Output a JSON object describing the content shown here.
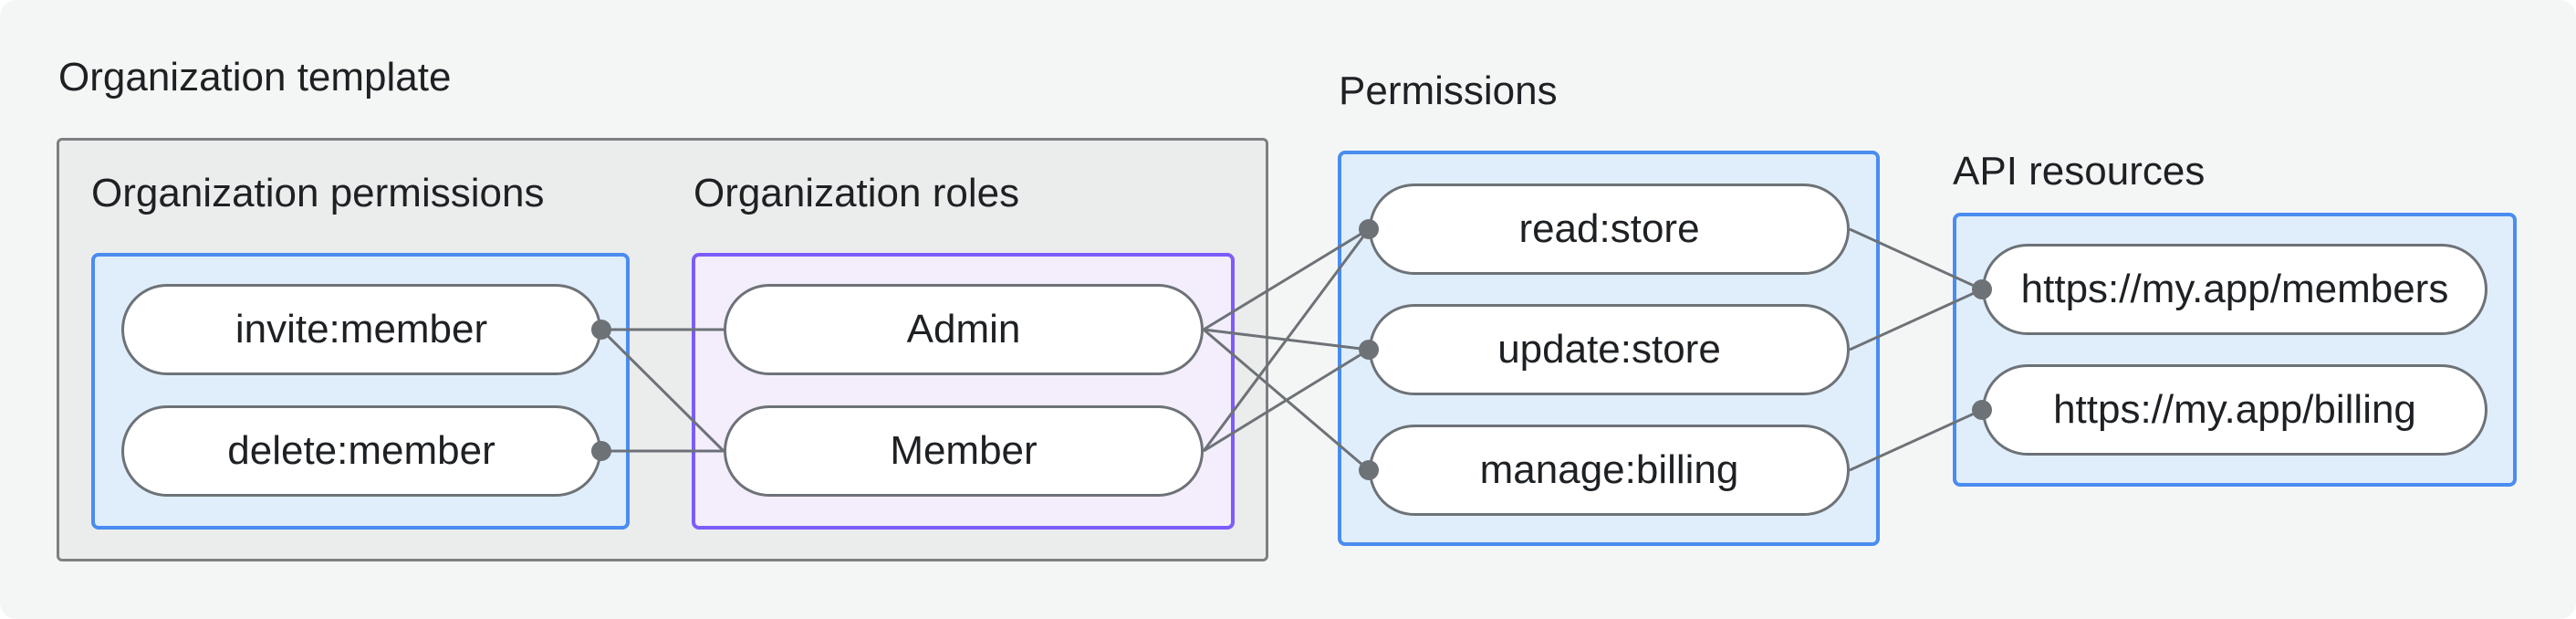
{
  "title": "Organization template",
  "groups": {
    "org_permissions": {
      "label": "Organization permissions",
      "nodes": [
        {
          "id": "invite_member",
          "label": "invite:member"
        },
        {
          "id": "delete_member",
          "label": "delete:member"
        }
      ]
    },
    "org_roles": {
      "label": "Organization roles",
      "nodes": [
        {
          "id": "admin",
          "label": "Admin"
        },
        {
          "id": "member",
          "label": "Member"
        }
      ]
    },
    "permissions": {
      "label": "Permissions",
      "nodes": [
        {
          "id": "read_store",
          "label": "read:store"
        },
        {
          "id": "update_store",
          "label": "update:store"
        },
        {
          "id": "manage_billing",
          "label": "manage:billing"
        }
      ]
    },
    "api_resources": {
      "label": "API resources",
      "nodes": [
        {
          "id": "members_api",
          "label": "https://my.app/members"
        },
        {
          "id": "billing_api",
          "label": "https://my.app/billing"
        }
      ]
    }
  },
  "edges": [
    {
      "from": "invite_member",
      "to": "admin"
    },
    {
      "from": "invite_member",
      "to": "member"
    },
    {
      "from": "delete_member",
      "to": "member"
    },
    {
      "from": "admin",
      "to": "read_store"
    },
    {
      "from": "admin",
      "to": "update_store"
    },
    {
      "from": "admin",
      "to": "manage_billing"
    },
    {
      "from": "member",
      "to": "read_store"
    },
    {
      "from": "member",
      "to": "update_store"
    },
    {
      "from": "read_store",
      "to": "members_api"
    },
    {
      "from": "update_store",
      "to": "members_api"
    },
    {
      "from": "manage_billing",
      "to": "billing_api"
    }
  ],
  "dots": [
    {
      "node": "invite_member",
      "side": "right"
    },
    {
      "node": "delete_member",
      "side": "right"
    },
    {
      "node": "read_store",
      "side": "left"
    },
    {
      "node": "update_store",
      "side": "left"
    },
    {
      "node": "manage_billing",
      "side": "left"
    },
    {
      "node": "members_api",
      "side": "left"
    },
    {
      "node": "billing_api",
      "side": "left"
    }
  ],
  "colors": {
    "page_bg": "#f4f6f5",
    "text": "#1e2124",
    "gray_box_fill": "#ebecec",
    "gray_box_border": "#7d8082",
    "blue_border": "#4a8cf0",
    "blue_fill": "#e0eefc",
    "purple_border": "#7c5cfa",
    "purple_fill": "#f3edfc",
    "pill_border": "#6d7277",
    "pill_fill": "#ffffff",
    "edge_line": "#6d7277",
    "edge_dot": "#6d7277"
  }
}
